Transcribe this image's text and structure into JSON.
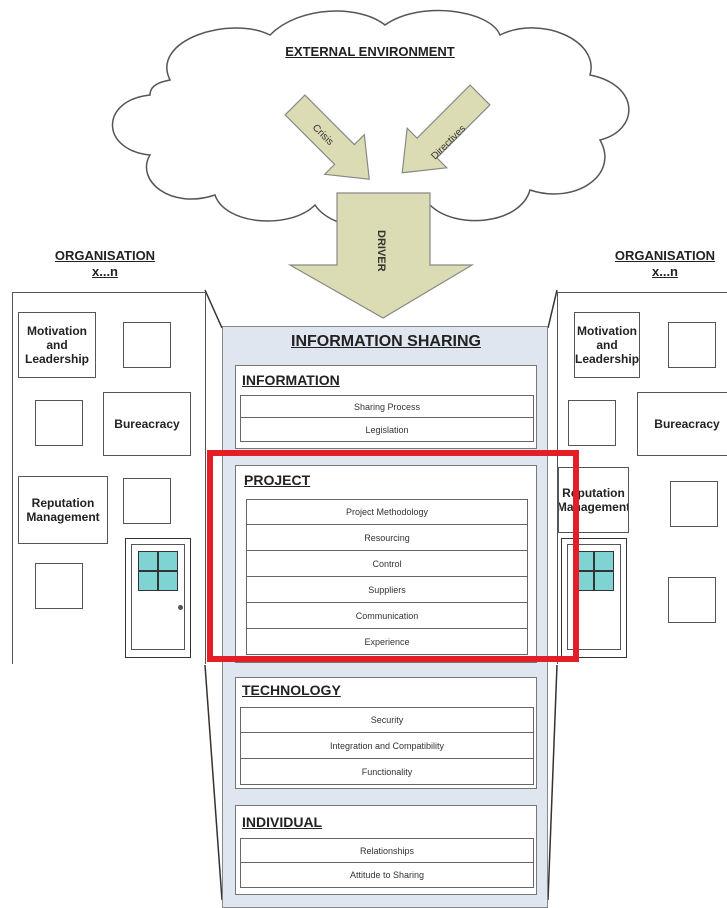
{
  "external_environment": "EXTERNAL ENVIRONMENT",
  "arrows": {
    "crisis": "Crisis",
    "directives": "Directives",
    "driver": "DRIVER"
  },
  "left_org": {
    "title_line1": "ORGANISATION",
    "title_line2": "x...n",
    "motivation": "Motivation and Leadership",
    "bureaucracy": "Bureacracy",
    "reputation": "Reputation Management"
  },
  "right_org": {
    "title_line1": "ORGANISATION",
    "title_line2": "x...n",
    "motivation": "Motivation and Leadership",
    "bureaucracy": "Bureacracy",
    "reputation": "Reputation Management"
  },
  "info_sharing": {
    "title": "INFORMATION SHARING",
    "sections": [
      {
        "title": "INFORMATION",
        "items": [
          "Sharing Process",
          "Legislation"
        ]
      },
      {
        "title": "PROJECT",
        "items": [
          "Project Methodology",
          "Resourcing",
          "Control",
          "Suppliers",
          "Communication",
          "Experience"
        ]
      },
      {
        "title": "TECHNOLOGY",
        "items": [
          "Security",
          "Integration and Compatibility",
          "Functionality"
        ]
      },
      {
        "title": "INDIVIDUAL",
        "items": [
          "Relationships",
          "Attitude to Sharing"
        ]
      }
    ]
  },
  "colors": {
    "highlight": "#e41e26",
    "arrow_fill": "#dcdcb4",
    "window": "#7fd3d3",
    "panel": "#dfe6f0"
  }
}
